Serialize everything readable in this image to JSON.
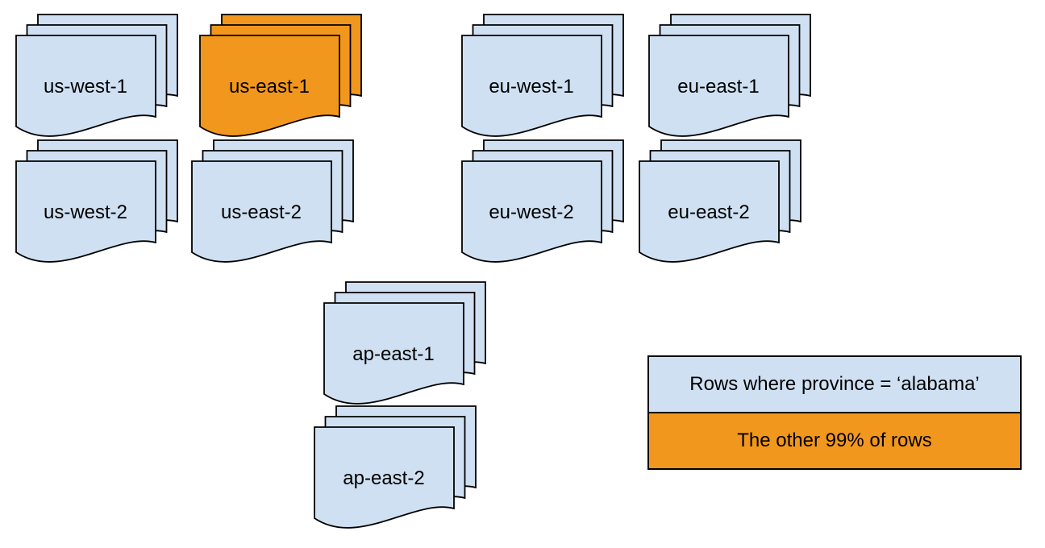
{
  "diagram": {
    "colors": {
      "partition_fill": "#cfe0f2",
      "highlight_fill": "#f2971d",
      "outline": "#000000"
    },
    "stacks": [
      {
        "id": "us-west-1",
        "label": "us-west-1",
        "variant": "partition"
      },
      {
        "id": "us-east-1",
        "label": "us-east-1",
        "variant": "highlight"
      },
      {
        "id": "eu-west-1",
        "label": "eu-west-1",
        "variant": "partition"
      },
      {
        "id": "eu-east-1",
        "label": "eu-east-1",
        "variant": "partition"
      },
      {
        "id": "us-west-2",
        "label": "us-west-2",
        "variant": "partition"
      },
      {
        "id": "us-east-2",
        "label": "us-east-2",
        "variant": "partition"
      },
      {
        "id": "eu-west-2",
        "label": "eu-west-2",
        "variant": "partition"
      },
      {
        "id": "eu-east-2",
        "label": "eu-east-2",
        "variant": "partition"
      },
      {
        "id": "ap-east-1",
        "label": "ap-east-1",
        "variant": "partition"
      },
      {
        "id": "ap-east-2",
        "label": "ap-east-2",
        "variant": "partition"
      }
    ],
    "legend": {
      "items": [
        {
          "label": "Rows where province = ‘alabama’",
          "variant": "partition"
        },
        {
          "label": "The other 99% of rows",
          "variant": "highlight"
        }
      ]
    }
  }
}
